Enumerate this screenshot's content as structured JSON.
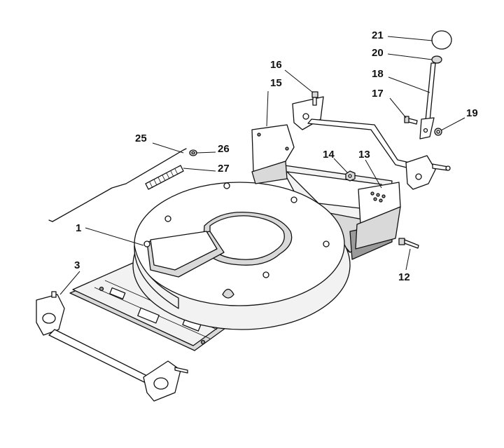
{
  "callouts": [
    {
      "id": "1",
      "label": "1"
    },
    {
      "id": "3",
      "label": "3"
    },
    {
      "id": "12",
      "label": "12"
    },
    {
      "id": "13",
      "label": "13"
    },
    {
      "id": "14",
      "label": "14"
    },
    {
      "id": "15",
      "label": "15"
    },
    {
      "id": "16",
      "label": "16"
    },
    {
      "id": "17",
      "label": "17"
    },
    {
      "id": "18",
      "label": "18"
    },
    {
      "id": "19",
      "label": "19"
    },
    {
      "id": "20",
      "label": "20"
    },
    {
      "id": "21",
      "label": "21"
    },
    {
      "id": "25",
      "label": "25"
    },
    {
      "id": "26",
      "label": "26"
    },
    {
      "id": "27",
      "label": "27"
    }
  ]
}
